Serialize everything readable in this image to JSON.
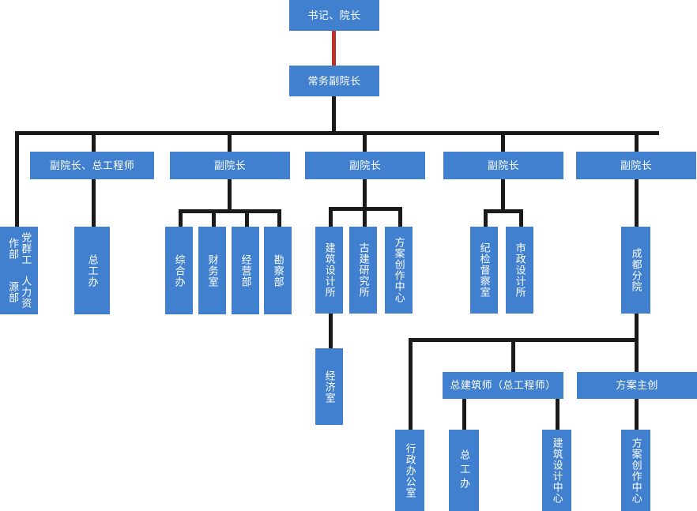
{
  "chart": {
    "title_node": "书记、院长",
    "palette": {
      "node_fill": "#4180ce",
      "node_text": "#ffffff",
      "connector": "#1a1a1a",
      "highlight_connector": "#be2f26",
      "background": "#ffffff"
    },
    "nodes": {
      "n_secretary_president": "书记、院长",
      "n_executive_vp": "常务副院长",
      "n_vp_chief_engineer": "副院长、总工程师",
      "n_vp_2": "副院长",
      "n_vp_3": "副院长",
      "n_vp_4": "副院长",
      "n_vp_5": "副院长",
      "n_hr_dept": "人力资源部",
      "n_party_work_dept": "党群工作部",
      "n_chief_engineer_office": "总工办",
      "n_general_office": "综合办",
      "n_finance_office": "财务室",
      "n_operations_dept": "经营部",
      "n_survey_dept": "勘察部",
      "n_architecture_institute": "建筑设计所",
      "n_ancient_architecture_institute": "古建研究所",
      "n_scheme_creation_center": "方案创作中心",
      "n_discipline_inspection_office": "纪检督察室",
      "n_municipal_design_institute": "市政设计所",
      "n_chengdu_branch": "成都分院",
      "n_economics_office": "经济室",
      "n_chief_architect": "总建筑师（总工程师）",
      "n_chief_scheme_designer": "方案主创",
      "n_admin_office": "行政办公室",
      "n_chief_engineer_office_2": "总工办",
      "n_architecture_design_center": "建筑设计中心",
      "n_scheme_creation_center_2": "方案创作中心"
    }
  }
}
